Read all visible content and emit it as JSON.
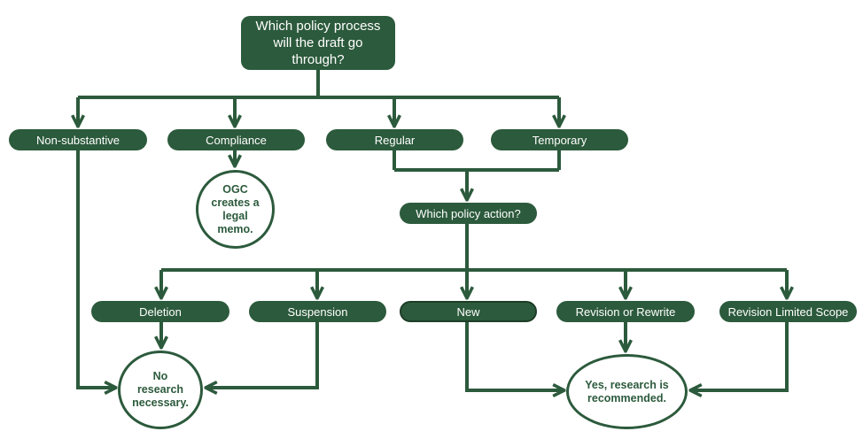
{
  "colors": {
    "node": "#2c5a3c",
    "connector": "#2c5a3c",
    "text_on_node": "#ffffff",
    "background": "#ffffff"
  },
  "root_question": "Which policy process will the draft go through?",
  "processes": [
    "Non-substantive",
    "Compliance",
    "Regular",
    "Temporary"
  ],
  "ogc_note": "OGC creates a legal memo.",
  "action_question": "Which policy action?",
  "actions": [
    "Deletion",
    "Suspension",
    "New",
    "Revision or Rewrite",
    "Revision Limited Scope"
  ],
  "outcomes": {
    "no_research": "No research necessary.",
    "research": "Yes, research is recommended."
  }
}
